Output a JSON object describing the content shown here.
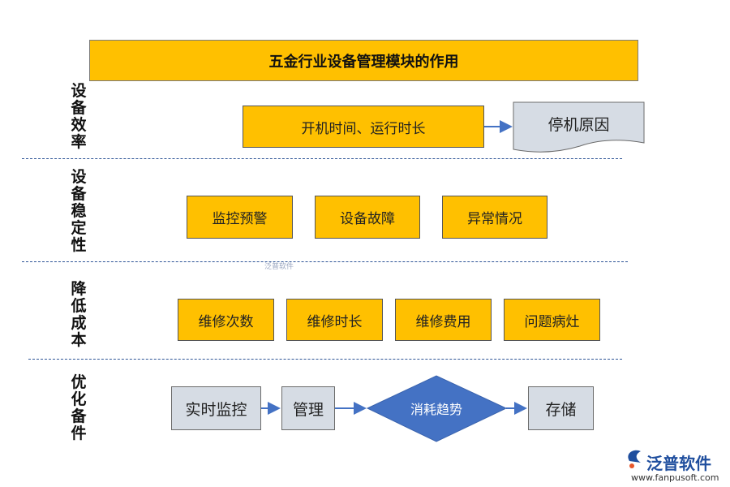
{
  "title": "五金行业设备管理模块的作用",
  "sections": [
    {
      "label": "设备效率"
    },
    {
      "label": "设备稳定性"
    },
    {
      "label": "降低成本"
    },
    {
      "label": "优化备件"
    }
  ],
  "efficiency": {
    "runtime": "开机时间、运行时长",
    "downtime_doc": "停机原因"
  },
  "stability": {
    "items": [
      "监控预警",
      "设备故障",
      "异常情况"
    ]
  },
  "cost": {
    "items": [
      "维修次数",
      "维修时长",
      "维修费用",
      "问题病灶"
    ]
  },
  "spares": {
    "monitor": "实时监控",
    "manage": "管理",
    "trend": "消耗趋势",
    "storage": "存储"
  },
  "colors": {
    "yellow": "#FFC000",
    "gray": "#D6DCE4",
    "diamond": "#4472C4",
    "arrow": "#4472C4",
    "divider": "#2F5597"
  },
  "watermark": "泛普软件",
  "logo": {
    "name": "泛普软件",
    "url": "www.fanpusoft.com"
  }
}
